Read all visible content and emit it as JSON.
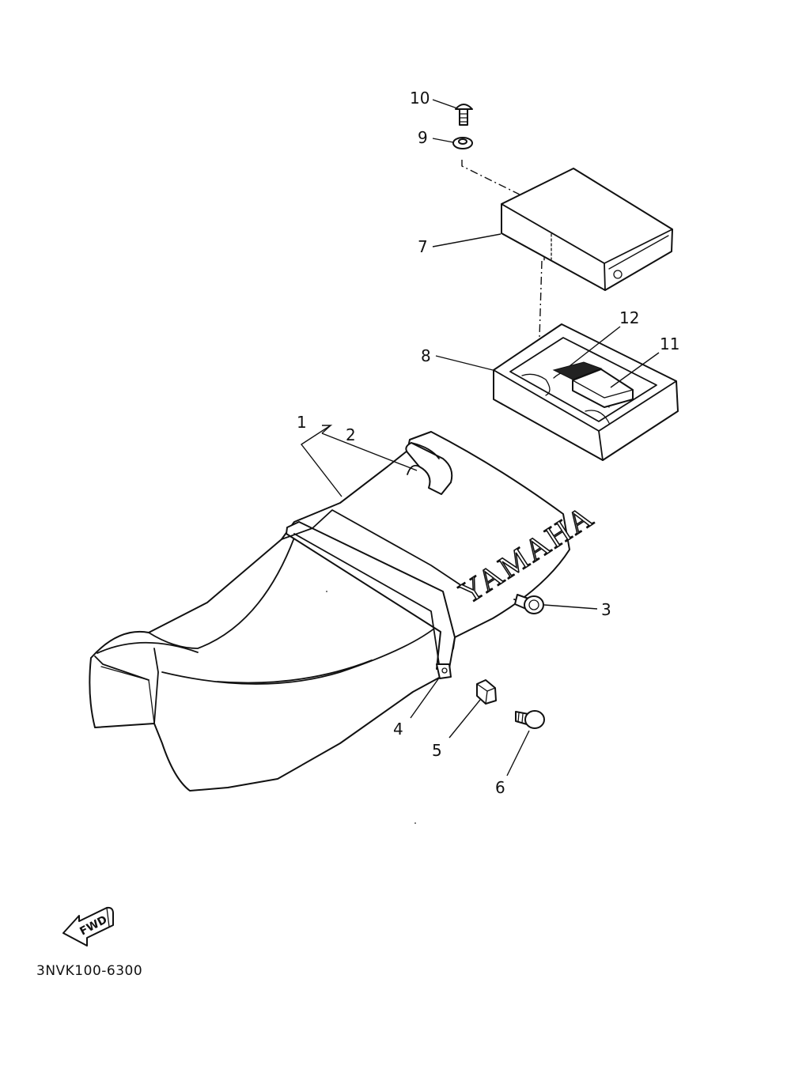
{
  "diagram": {
    "brand_on_seat": "YAMAHA",
    "forward_label": "FWD",
    "diagram_code": "3NVK100-6300",
    "callouts": [
      {
        "id": "1",
        "label": "1"
      },
      {
        "id": "2",
        "label": "2"
      },
      {
        "id": "3",
        "label": "3"
      },
      {
        "id": "4",
        "label": "4"
      },
      {
        "id": "5",
        "label": "5"
      },
      {
        "id": "6",
        "label": "6"
      },
      {
        "id": "7",
        "label": "7"
      },
      {
        "id": "8",
        "label": "8"
      },
      {
        "id": "9",
        "label": "9"
      },
      {
        "id": "10",
        "label": "10"
      },
      {
        "id": "11",
        "label": "11"
      },
      {
        "id": "12",
        "label": "12"
      }
    ]
  }
}
